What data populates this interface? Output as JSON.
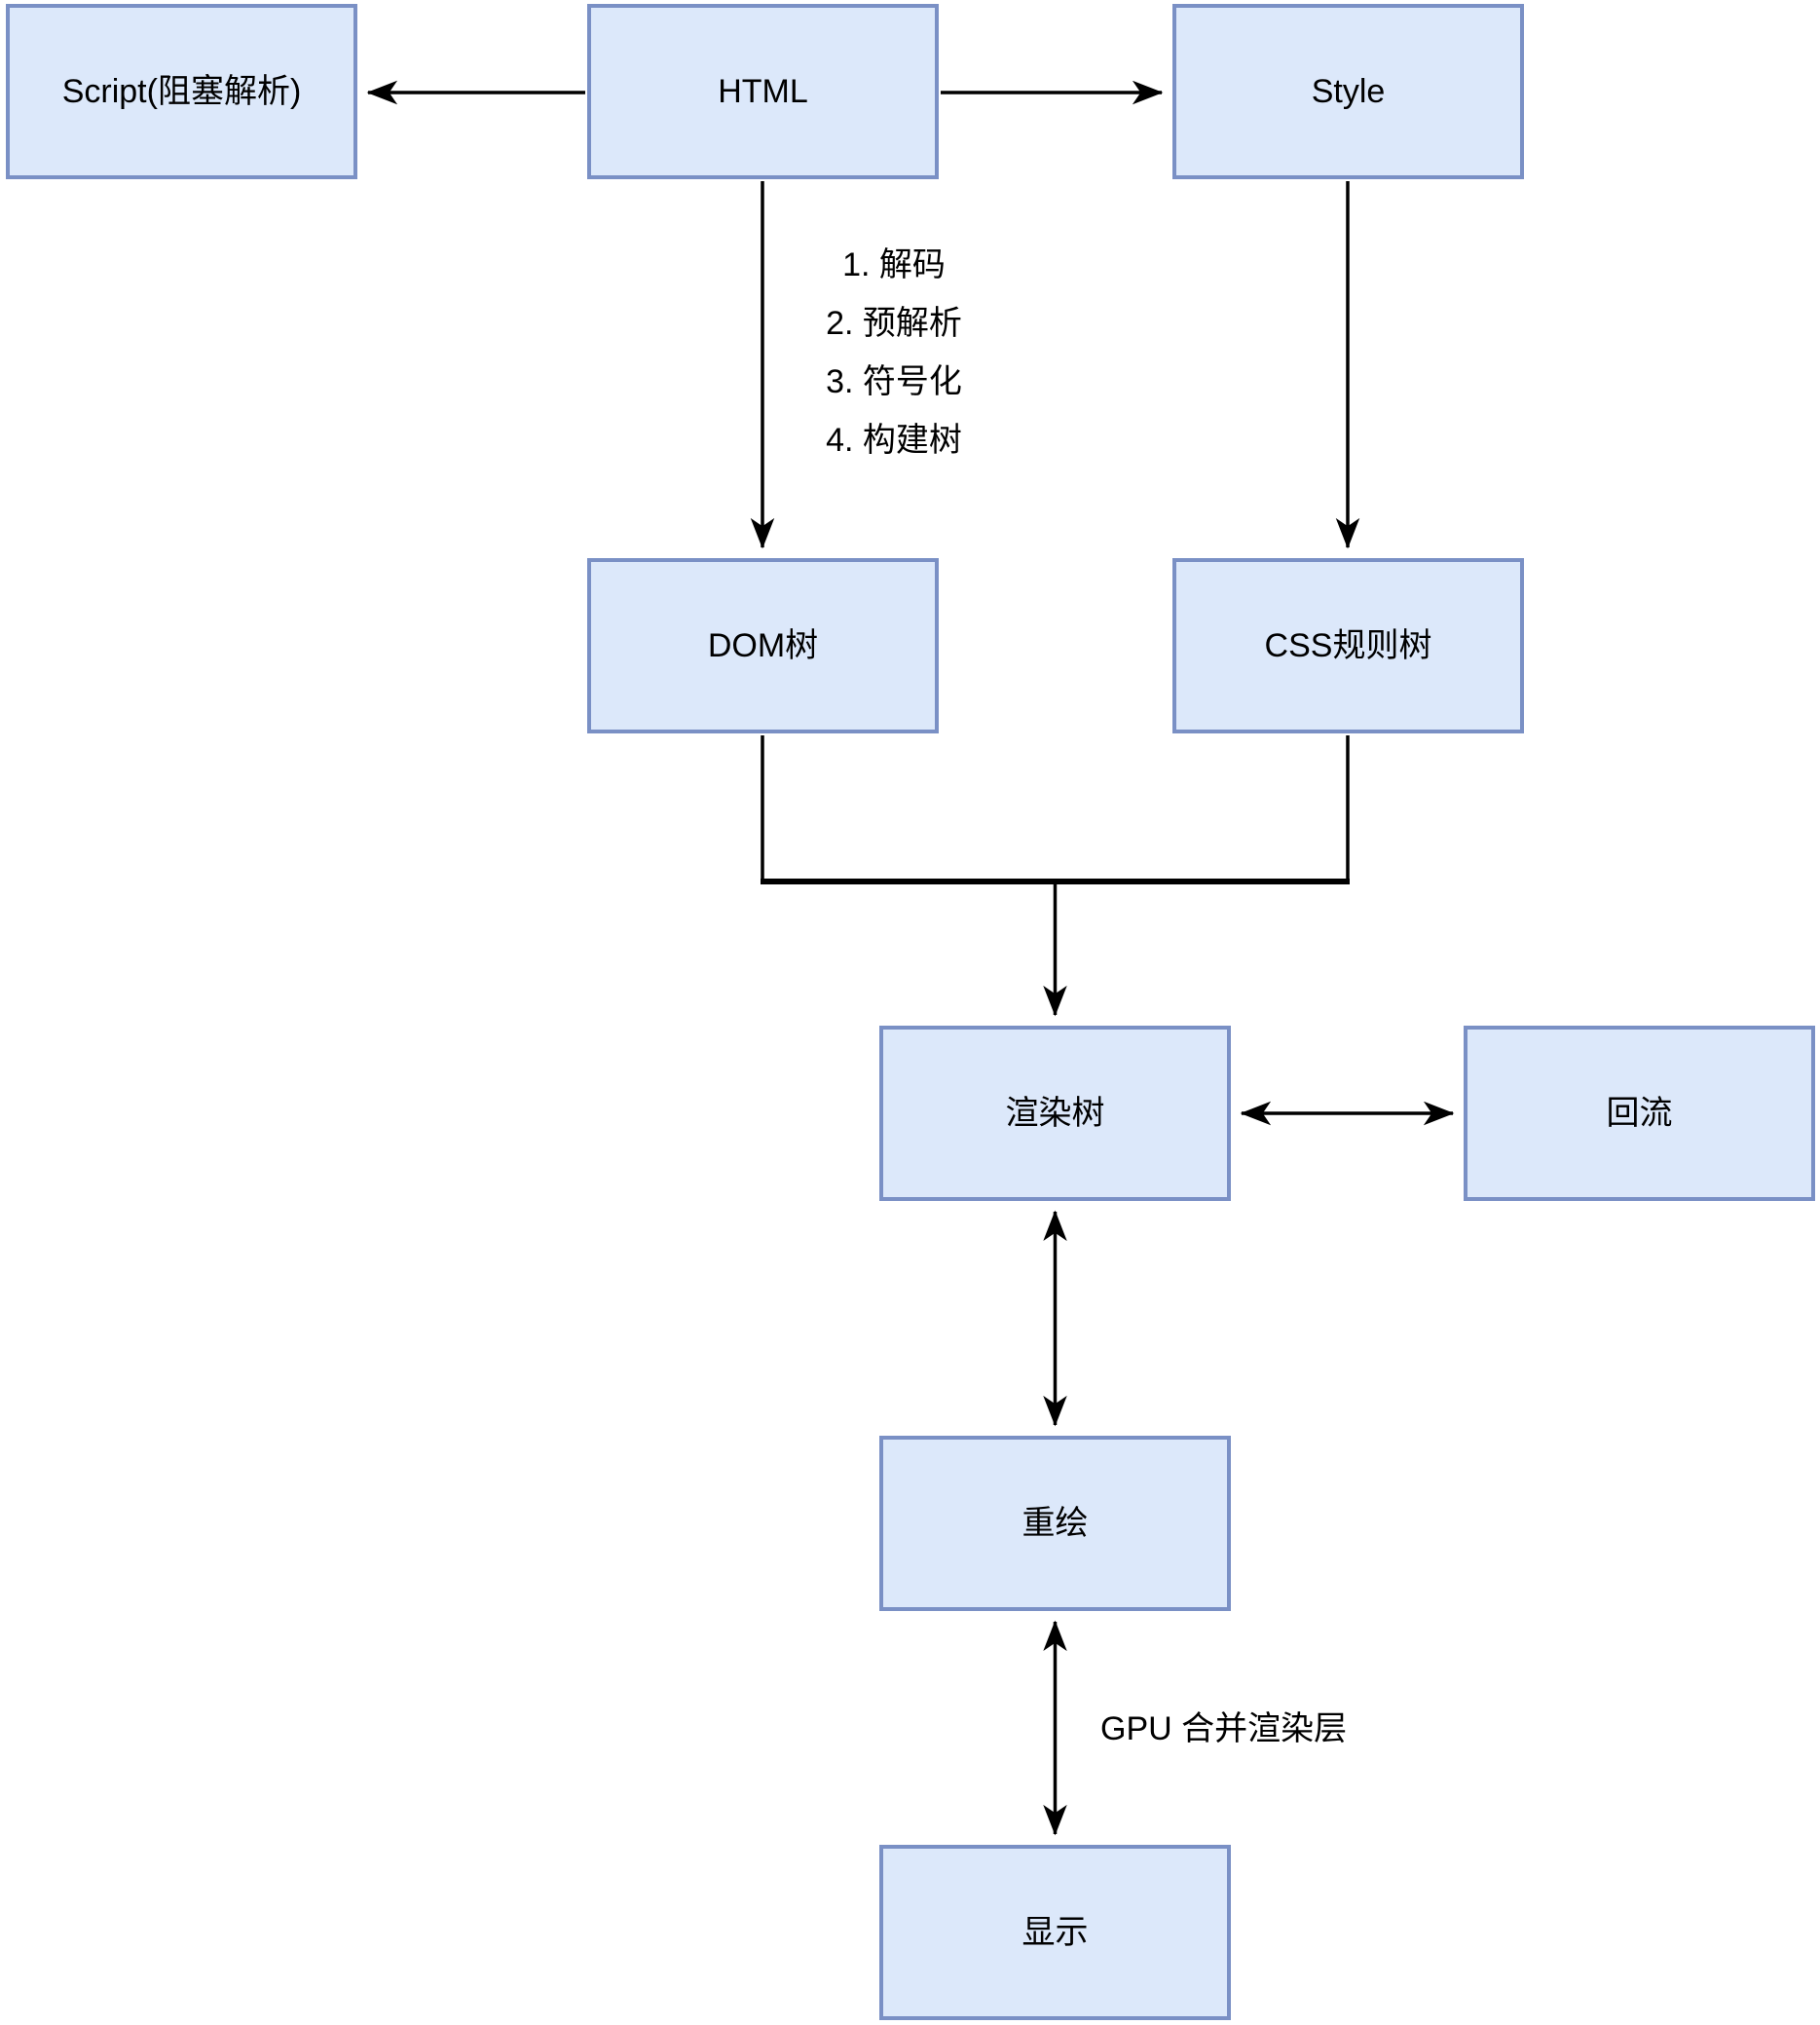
{
  "diagram": {
    "nodes": {
      "script": {
        "label": "Script(阻塞解析)"
      },
      "html": {
        "label": "HTML"
      },
      "style": {
        "label": "Style"
      },
      "dom_tree": {
        "label": "DOM树"
      },
      "css_rule_tree": {
        "label": "CSS规则树"
      },
      "render_tree": {
        "label": "渲染树"
      },
      "reflow": {
        "label": "回流"
      },
      "repaint": {
        "label": "重绘"
      },
      "display": {
        "label": "显示"
      }
    },
    "annotations": {
      "html_parse_steps": [
        "1. 解码",
        "2. 预解析",
        "3. 符号化",
        "4. 构建树"
      ],
      "gpu_label": "GPU 合并渲染层"
    },
    "edges": [
      "HTML -> Script(阻塞解析)",
      "HTML -> Style",
      "HTML -> DOM树",
      "Style -> CSS规则树",
      "DOM树 + CSS规则树 -> 渲染树",
      "渲染树 <-> 回流",
      "渲染树 <-> 重绘",
      "重绘 <-> 显示 (GPU 合并渲染层)"
    ],
    "colors": {
      "node_fill": "#dce8fa",
      "node_border": "#7a90c5",
      "arrow": "#000000"
    }
  }
}
